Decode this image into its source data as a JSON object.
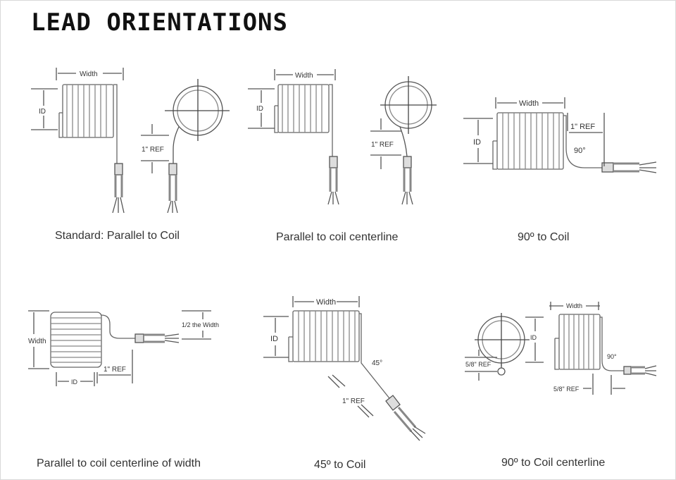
{
  "title": "LEAD ORIENTATIONS",
  "dimension_labels": {
    "width": "Width",
    "id": "ID",
    "ref_1": "1\" REF",
    "deg_90": "90°",
    "half_width": "1/2 the Width",
    "deg_45": "45°",
    "ref_58": "5/8\" REF"
  },
  "panels": [
    {
      "caption": "Standard: Parallel to Coil"
    },
    {
      "caption": "Parallel to coil centerline"
    },
    {
      "caption": "90º to Coil"
    },
    {
      "caption": "Parallel to coil centerline of width"
    },
    {
      "caption": "45º to Coil"
    },
    {
      "caption": "90º to Coil centerline"
    }
  ]
}
